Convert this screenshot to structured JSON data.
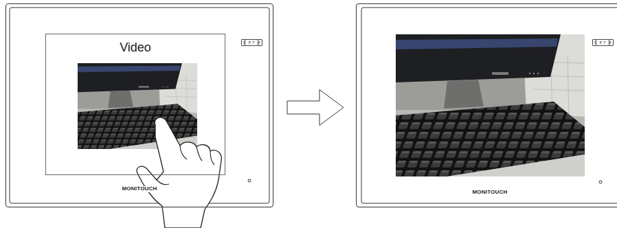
{
  "diagram": {
    "nodes": [
      {
        "text": [
          "MONITOUCH"
        ]
      },
      {
        "text": [
          "Video"
        ],
        "in": 0
      },
      {
        "text": [
          "SYSTEM"
        ],
        "in": 0
      },
      {
        "text": [
          "F 1"
        ],
        "in": 0
      },
      {
        "text": [
          "F 2"
        ],
        "in": 0
      },
      {
        "text": [
          "F 3"
        ],
        "in": 0
      },
      {
        "text": [
          "F 4"
        ],
        "in": 0
      },
      {
        "text": [
          "F 5"
        ],
        "in": 0
      },
      {
        "text": [
          "F 6"
        ],
        "in": 0
      },
      {
        "text": [
          "F 7"
        ],
        "in": 0
      },
      {
        "text": [
          "MONITOUCH"
        ]
      },
      {
        "text": [
          "SYSTEM"
        ],
        "in": 10
      },
      {
        "text": [
          "F 1"
        ],
        "in": 10
      },
      {
        "text": [
          "F 2"
        ],
        "in": 10
      },
      {
        "text": [
          "F 3"
        ],
        "in": 10
      },
      {
        "text": [
          "F 4"
        ],
        "in": 10
      },
      {
        "text": [
          "F 5"
        ],
        "in": 10
      },
      {
        "text": [
          "F 6"
        ],
        "in": 10
      },
      {
        "text": [
          "F 7"
        ],
        "in": 10
      }
    ],
    "edges": [
      {
        "from": 0,
        "to": 10,
        "arrow": "to"
      }
    ]
  }
}
